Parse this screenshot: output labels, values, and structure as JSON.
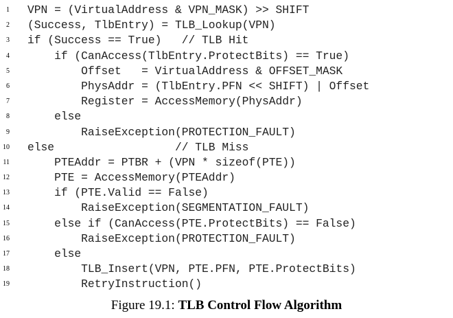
{
  "code_lines": [
    {
      "num": "1",
      "text": "VPN = (VirtualAddress & VPN_MASK) >> SHIFT"
    },
    {
      "num": "2",
      "text": "(Success, TlbEntry) = TLB_Lookup(VPN)"
    },
    {
      "num": "3",
      "text": "if (Success == True)   // TLB Hit"
    },
    {
      "num": "4",
      "text": "    if (CanAccess(TlbEntry.ProtectBits) == True)"
    },
    {
      "num": "5",
      "text": "        Offset   = VirtualAddress & OFFSET_MASK"
    },
    {
      "num": "6",
      "text": "        PhysAddr = (TlbEntry.PFN << SHIFT) | Offset"
    },
    {
      "num": "7",
      "text": "        Register = AccessMemory(PhysAddr)"
    },
    {
      "num": "8",
      "text": "    else"
    },
    {
      "num": "9",
      "text": "        RaiseException(PROTECTION_FAULT)"
    },
    {
      "num": "10",
      "text": "else                  // TLB Miss"
    },
    {
      "num": "11",
      "text": "    PTEAddr = PTBR + (VPN * sizeof(PTE))"
    },
    {
      "num": "12",
      "text": "    PTE = AccessMemory(PTEAddr)"
    },
    {
      "num": "13",
      "text": "    if (PTE.Valid == False)"
    },
    {
      "num": "14",
      "text": "        RaiseException(SEGMENTATION_FAULT)"
    },
    {
      "num": "15",
      "text": "    else if (CanAccess(PTE.ProtectBits) == False)"
    },
    {
      "num": "16",
      "text": "        RaiseException(PROTECTION_FAULT)"
    },
    {
      "num": "17",
      "text": "    else"
    },
    {
      "num": "18",
      "text": "        TLB_Insert(VPN, PTE.PFN, PTE.ProtectBits)"
    },
    {
      "num": "19",
      "text": "        RetryInstruction()"
    }
  ],
  "caption": {
    "prefix": "Figure 19.1: ",
    "title": "TLB Control Flow Algorithm"
  }
}
